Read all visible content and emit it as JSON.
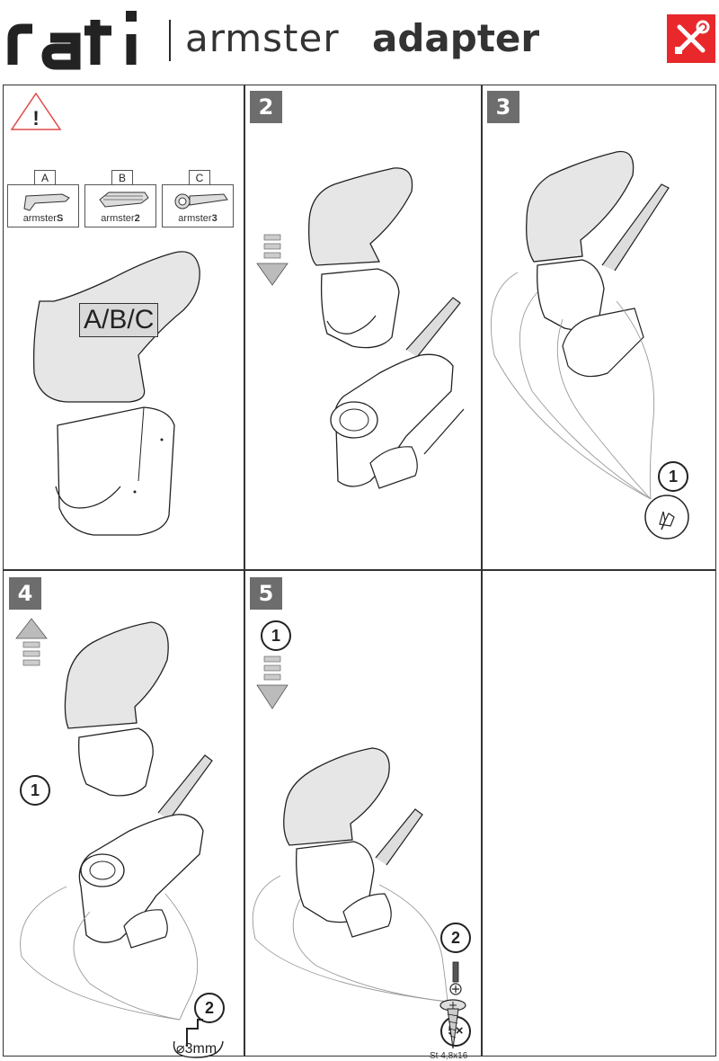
{
  "header": {
    "brand_logo": "rati",
    "word_armster": "armster",
    "word_adapter": "adapter",
    "tools_icon": "tools-icon",
    "accent_color": "#e8282b"
  },
  "panels": {
    "p1": {
      "warning_icon": "!",
      "variants": [
        {
          "letter": "A",
          "name": "armster",
          "suffix": "S"
        },
        {
          "letter": "B",
          "name": "armster",
          "suffix": "2"
        },
        {
          "letter": "C",
          "name": "armster",
          "suffix": "3"
        }
      ],
      "abc_label": "A/B/C"
    },
    "p2": {
      "step": "2"
    },
    "p3": {
      "step": "3",
      "callout": "1"
    },
    "p4": {
      "step": "4",
      "callout_1": "1",
      "callout_2": "2",
      "drill_size": "3mm",
      "drill_symbol": "⌀"
    },
    "p5": {
      "step": "5",
      "callout_1": "1",
      "callout_2": "2",
      "screw_count": "5×",
      "screw_spec": "St 4,8x16"
    },
    "p6": {}
  },
  "colors": {
    "badge_gray": "#6d6d6d",
    "cushion_fill": "#e6e6e6",
    "line": "#222222"
  }
}
